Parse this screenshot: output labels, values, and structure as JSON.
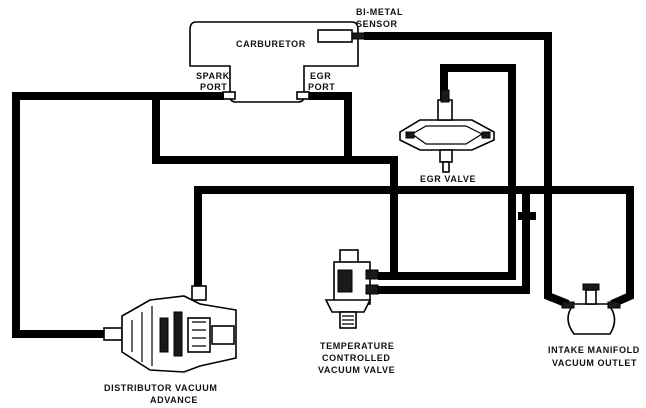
{
  "labels": {
    "carburetor": "CARBURETOR",
    "bimetal_line1": "BI-METAL",
    "bimetal_line2": "SENSOR",
    "spark_line1": "SPARK",
    "spark_line2": "PORT",
    "egr_port_line1": "EGR",
    "egr_port_line2": "PORT",
    "egr_valve": "EGR VALVE",
    "tcvv_line1": "TEMPERATURE",
    "tcvv_line2": "CONTROLLED",
    "tcvv_line3": "VACUUM VALVE",
    "intake_line1": "INTAKE MANIFOLD",
    "intake_line2": "VACUUM OUTLET",
    "dist_line1": "DISTRIBUTOR VACUUM",
    "dist_line2": "ADVANCE"
  },
  "icons": [
    "carburetor-body",
    "bimetal-sensor",
    "egr-valve",
    "temperature-controlled-vacuum-valve",
    "intake-manifold-vacuum-outlet",
    "distributor-vacuum-advance"
  ],
  "colors": {
    "hose": "#000000",
    "background": "#ffffff",
    "part_fill": "#ffffff"
  }
}
